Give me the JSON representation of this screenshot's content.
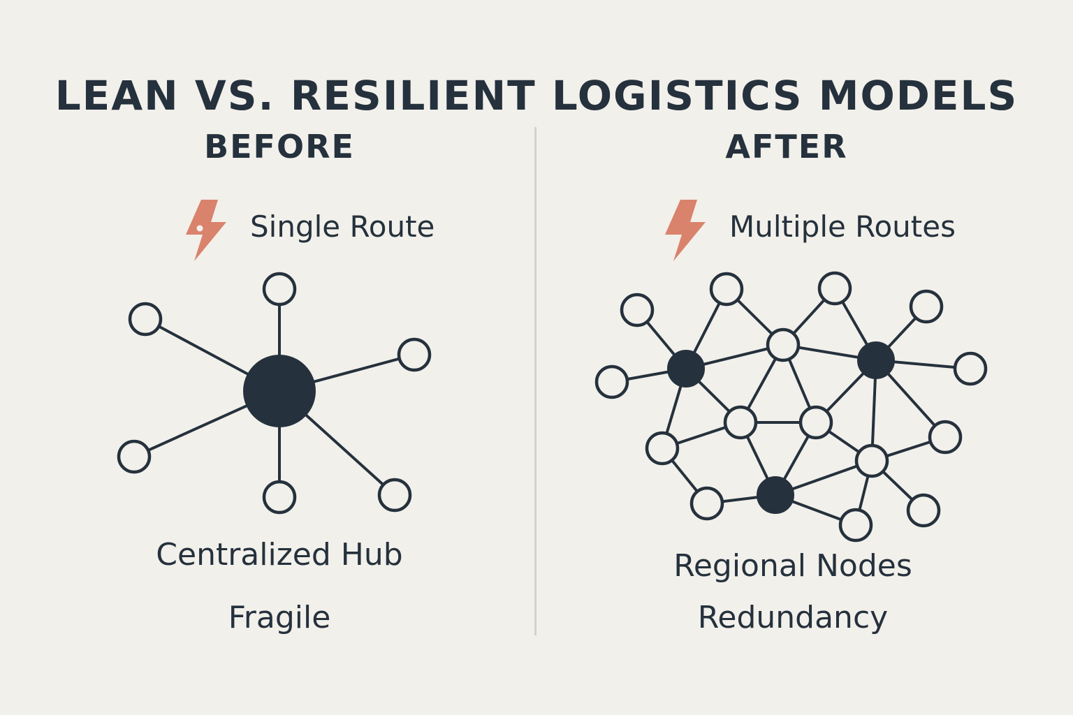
{
  "title": "LEAN VS. RESILIENT LOGISTICS MODELS",
  "before": {
    "heading": "BEFORE",
    "route_label": "Single Route",
    "route_icon": "lightning-bolt-icon",
    "caption_primary": "Centralized Hub",
    "caption_secondary": "Fragile"
  },
  "after": {
    "heading": "AFTER",
    "route_label": "Multiple Routes",
    "route_icon": "lightning-bolt-icon",
    "caption_primary": "Regional Nodes",
    "caption_secondary": "Redundancy"
  },
  "colors": {
    "background": "#f2f0eb",
    "ink": "#25313c",
    "accent": "#d9826c",
    "divider": "#d4d2cc"
  }
}
